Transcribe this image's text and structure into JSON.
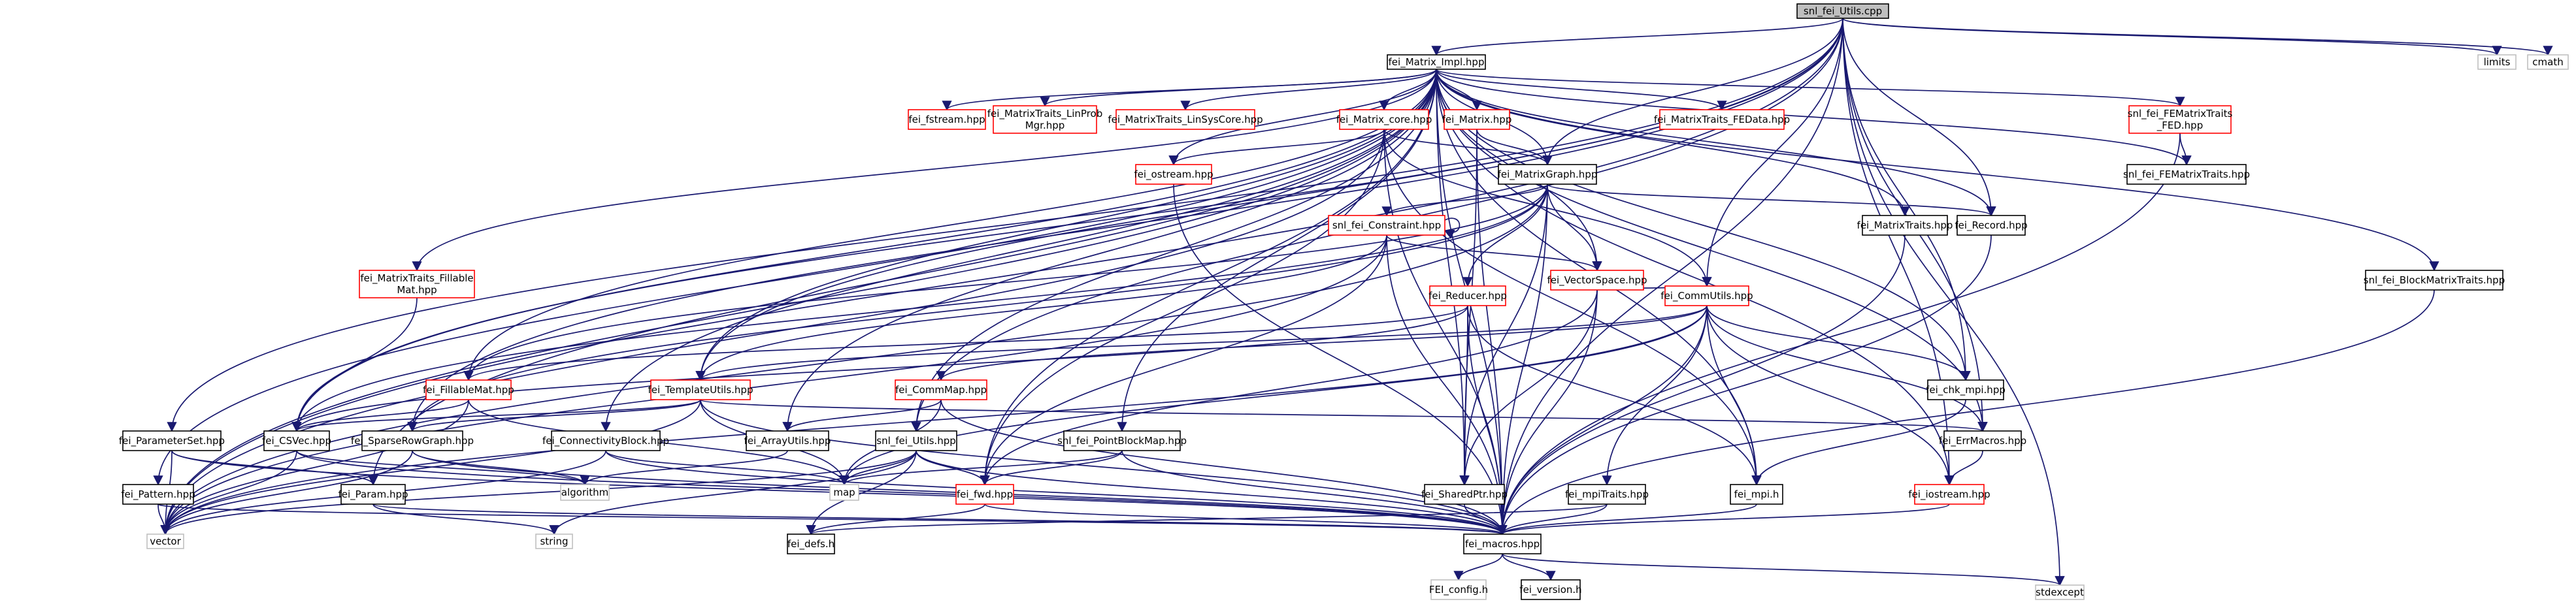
{
  "colors": {
    "edge": "#191970",
    "root_fill": "#bfbfbf",
    "root_border": "#000000",
    "documented_border": "#ff0000",
    "undocumented_border": "#000000",
    "system_border": "#bfbfbf",
    "node_fill": "#ffffff"
  },
  "nodes": {
    "n_root": {
      "lines": [
        "snl_fei_Utils.cpp"
      ],
      "style": "root"
    },
    "n_limits": {
      "lines": [
        "limits"
      ],
      "style": "system"
    },
    "n_cmath": {
      "lines": [
        "cmath"
      ],
      "style": "system"
    },
    "n_impl": {
      "lines": [
        "fei_Matrix_Impl.hpp"
      ],
      "style": "doc"
    },
    "n_fstream": {
      "lines": [
        "fei_fstream.hpp"
      ],
      "style": "red"
    },
    "n_lpm": {
      "lines": [
        "fei_MatrixTraits_LinProb",
        "Mgr.hpp"
      ],
      "style": "red"
    },
    "n_lsc": {
      "lines": [
        "fei_MatrixTraits_LinSysCore.hpp"
      ],
      "style": "red"
    },
    "n_mcore": {
      "lines": [
        "fei_Matrix_core.hpp"
      ],
      "style": "red"
    },
    "n_matrix": {
      "lines": [
        "fei_Matrix.hpp"
      ],
      "style": "red"
    },
    "n_fedata": {
      "lines": [
        "fei_MatrixTraits_FEData.hpp"
      ],
      "style": "red"
    },
    "n_snlfemt_fed": {
      "lines": [
        "snl_fei_FEMatrixTraits",
        "_FED.hpp"
      ],
      "style": "red"
    },
    "n_ostream": {
      "lines": [
        "fei_ostream.hpp"
      ],
      "style": "red"
    },
    "n_mgraph": {
      "lines": [
        "fei_MatrixGraph.hpp"
      ],
      "style": "doc"
    },
    "n_snlfemt": {
      "lines": [
        "snl_fei_FEMatrixTraits.hpp"
      ],
      "style": "doc"
    },
    "n_constraint": {
      "lines": [
        "snl_fei_Constraint.hpp"
      ],
      "style": "red"
    },
    "n_mtraits": {
      "lines": [
        "fei_MatrixTraits.hpp"
      ],
      "style": "doc"
    },
    "n_record": {
      "lines": [
        "fei_Record.hpp"
      ],
      "style": "doc"
    },
    "n_bmt": {
      "lines": [
        "snl_fei_BlockMatrixTraits.hpp"
      ],
      "style": "doc"
    },
    "n_mtfill": {
      "lines": [
        "fei_MatrixTraits_Fillable",
        "Mat.hpp"
      ],
      "style": "red"
    },
    "n_vspace": {
      "lines": [
        "fei_VectorSpace.hpp"
      ],
      "style": "red"
    },
    "n_reducer": {
      "lines": [
        "fei_Reducer.hpp"
      ],
      "style": "red"
    },
    "n_commutils": {
      "lines": [
        "fei_CommUtils.hpp"
      ],
      "style": "red"
    },
    "n_fillable": {
      "lines": [
        "fei_FillableMat.hpp"
      ],
      "style": "red"
    },
    "n_template": {
      "lines": [
        "fei_TemplateUtils.hpp"
      ],
      "style": "red"
    },
    "n_commmap": {
      "lines": [
        "fei_CommMap.hpp"
      ],
      "style": "red"
    },
    "n_chkmpi": {
      "lines": [
        "fei_chk_mpi.hpp"
      ],
      "style": "doc"
    },
    "n_paramset": {
      "lines": [
        "fei_ParameterSet.hpp"
      ],
      "style": "doc"
    },
    "n_csvec": {
      "lines": [
        "fei_CSVec.hpp"
      ],
      "style": "doc"
    },
    "n_sparse": {
      "lines": [
        "fei_SparseRowGraph.hpp"
      ],
      "style": "doc"
    },
    "n_connblock": {
      "lines": [
        "fei_ConnectivityBlock.hpp"
      ],
      "style": "doc"
    },
    "n_arrayutils": {
      "lines": [
        "fei_ArrayUtils.hpp"
      ],
      "style": "doc"
    },
    "n_snlutils": {
      "lines": [
        "snl_fei_Utils.hpp"
      ],
      "style": "doc"
    },
    "n_pbmap": {
      "lines": [
        "snl_fei_PointBlockMap.hpp"
      ],
      "style": "doc"
    },
    "n_errmacros": {
      "lines": [
        "fei_ErrMacros.hpp"
      ],
      "style": "doc"
    },
    "n_pattern": {
      "lines": [
        "fei_Pattern.hpp"
      ],
      "style": "doc"
    },
    "n_param": {
      "lines": [
        "fei_Param.hpp"
      ],
      "style": "doc"
    },
    "n_algorithm": {
      "lines": [
        "algorithm"
      ],
      "style": "system"
    },
    "n_map": {
      "lines": [
        "map"
      ],
      "style": "system"
    },
    "n_fwd": {
      "lines": [
        "fei_fwd.hpp"
      ],
      "style": "red"
    },
    "n_sharedptr": {
      "lines": [
        "fei_SharedPtr.hpp"
      ],
      "style": "doc"
    },
    "n_mpitraits": {
      "lines": [
        "fei_mpiTraits.hpp"
      ],
      "style": "doc"
    },
    "n_mpi": {
      "lines": [
        "fei_mpi.h"
      ],
      "style": "doc"
    },
    "n_iostream": {
      "lines": [
        "fei_iostream.hpp"
      ],
      "style": "red"
    },
    "n_vector": {
      "lines": [
        "vector"
      ],
      "style": "system"
    },
    "n_string": {
      "lines": [
        "string"
      ],
      "style": "system"
    },
    "n_defs": {
      "lines": [
        "fei_defs.h"
      ],
      "style": "doc"
    },
    "n_macros": {
      "lines": [
        "fei_macros.hpp"
      ],
      "style": "doc"
    },
    "n_stdexcept": {
      "lines": [
        "stdexcept"
      ],
      "style": "system"
    },
    "n_feiconfig": {
      "lines": [
        "FEI_config.h"
      ],
      "style": "system"
    },
    "n_version": {
      "lines": [
        "fei_version.h"
      ],
      "style": "doc"
    }
  },
  "edges": [
    [
      "n_root",
      "n_limits"
    ],
    [
      "n_root",
      "n_cmath"
    ],
    [
      "n_root",
      "n_impl"
    ],
    [
      "n_root",
      "n_mgraph"
    ],
    [
      "n_root",
      "n_snlutils"
    ],
    [
      "n_root",
      "n_template"
    ],
    [
      "n_root",
      "n_record"
    ],
    [
      "n_root",
      "n_commutils"
    ],
    [
      "n_root",
      "n_chkmpi"
    ],
    [
      "n_root",
      "n_errmacros"
    ],
    [
      "n_root",
      "n_paramset"
    ],
    [
      "n_root",
      "n_csvec"
    ],
    [
      "n_root",
      "n_sparse"
    ],
    [
      "n_root",
      "n_macros"
    ],
    [
      "n_root",
      "n_stdexcept"
    ],
    [
      "n_root",
      "n_vector"
    ],
    [
      "n_root",
      "n_iostream"
    ],
    [
      "n_impl",
      "n_fstream"
    ],
    [
      "n_impl",
      "n_lpm"
    ],
    [
      "n_impl",
      "n_lsc"
    ],
    [
      "n_impl",
      "n_mcore"
    ],
    [
      "n_impl",
      "n_matrix"
    ],
    [
      "n_impl",
      "n_fedata"
    ],
    [
      "n_impl",
      "n_snlfemt_fed"
    ],
    [
      "n_impl",
      "n_snlfemt"
    ],
    [
      "n_impl",
      "n_mgraph"
    ],
    [
      "n_impl",
      "n_mtraits"
    ],
    [
      "n_impl",
      "n_record"
    ],
    [
      "n_impl",
      "n_bmt"
    ],
    [
      "n_impl",
      "n_mtfill"
    ],
    [
      "n_impl",
      "n_fillable"
    ],
    [
      "n_impl",
      "n_template"
    ],
    [
      "n_impl",
      "n_snlutils"
    ],
    [
      "n_impl",
      "n_vspace"
    ],
    [
      "n_impl",
      "n_macros"
    ],
    [
      "n_impl",
      "n_ostream"
    ],
    [
      "n_impl",
      "n_fwd"
    ],
    [
      "n_impl",
      "n_connblock"
    ],
    [
      "n_impl",
      "n_arrayutils"
    ],
    [
      "n_impl",
      "n_pbmap"
    ],
    [
      "n_impl",
      "n_csvec"
    ],
    [
      "n_impl",
      "n_pattern"
    ],
    [
      "n_impl",
      "n_param"
    ],
    [
      "n_impl",
      "n_vector"
    ],
    [
      "n_impl",
      "n_chkmpi"
    ],
    [
      "n_impl",
      "n_mpi"
    ],
    [
      "n_impl",
      "n_sharedptr"
    ],
    [
      "n_impl",
      "n_errmacros"
    ],
    [
      "n_impl",
      "n_iostream"
    ],
    [
      "n_mcore",
      "n_mgraph"
    ],
    [
      "n_mcore",
      "n_ostream"
    ],
    [
      "n_mcore",
      "n_fwd"
    ],
    [
      "n_mcore",
      "n_macros"
    ],
    [
      "n_mcore",
      "n_commutils"
    ],
    [
      "n_mcore",
      "n_mpi"
    ],
    [
      "n_mcore",
      "n_vector"
    ],
    [
      "n_matrix",
      "n_mgraph"
    ],
    [
      "n_matrix",
      "n_sharedptr"
    ],
    [
      "n_matrix",
      "n_macros"
    ],
    [
      "n_snlfemt_fed",
      "n_snlfemt"
    ],
    [
      "n_snlfemt_fed",
      "n_macros"
    ],
    [
      "n_ostream",
      "n_macros"
    ],
    [
      "n_mgraph",
      "n_constraint"
    ],
    [
      "n_mgraph",
      "n_record"
    ],
    [
      "n_mgraph",
      "n_vspace"
    ],
    [
      "n_mgraph",
      "n_reducer"
    ],
    [
      "n_mgraph",
      "n_sharedptr"
    ],
    [
      "n_mgraph",
      "n_fillable"
    ],
    [
      "n_mgraph",
      "n_csvec"
    ],
    [
      "n_mgraph",
      "n_sparse"
    ],
    [
      "n_mgraph",
      "n_vector"
    ],
    [
      "n_mgraph",
      "n_macros"
    ],
    [
      "n_constraint",
      "n_constraint"
    ],
    [
      "n_constraint",
      "n_vspace"
    ],
    [
      "n_constraint",
      "n_fwd"
    ],
    [
      "n_constraint",
      "n_macros"
    ],
    [
      "n_constraint",
      "n_vector"
    ],
    [
      "n_constraint",
      "n_template"
    ],
    [
      "n_mtraits",
      "n_macros"
    ],
    [
      "n_record",
      "n_macros"
    ],
    [
      "n_bmt",
      "n_macros"
    ],
    [
      "n_mtfill",
      "n_csvec"
    ],
    [
      "n_vspace",
      "n_commutils"
    ],
    [
      "n_vspace",
      "n_sharedptr"
    ],
    [
      "n_vspace",
      "n_fwd"
    ],
    [
      "n_vspace",
      "n_macros"
    ],
    [
      "n_reducer",
      "n_fillable"
    ],
    [
      "n_reducer",
      "n_csvec"
    ],
    [
      "n_reducer",
      "n_sharedptr"
    ],
    [
      "n_reducer",
      "n_mpi"
    ],
    [
      "n_reducer",
      "n_macros"
    ],
    [
      "n_commutils",
      "n_template"
    ],
    [
      "n_commutils",
      "n_commmap"
    ],
    [
      "n_commutils",
      "n_chkmpi"
    ],
    [
      "n_commutils",
      "n_errmacros"
    ],
    [
      "n_commutils",
      "n_mpitraits"
    ],
    [
      "n_commutils",
      "n_mpi"
    ],
    [
      "n_commutils",
      "n_iostream"
    ],
    [
      "n_commutils",
      "n_macros"
    ],
    [
      "n_commutils",
      "n_map"
    ],
    [
      "n_commutils",
      "n_vector"
    ],
    [
      "n_fillable",
      "n_csvec"
    ],
    [
      "n_fillable",
      "n_vector"
    ],
    [
      "n_fillable",
      "n_map"
    ],
    [
      "n_template",
      "n_csvec"
    ],
    [
      "n_template",
      "n_sparse"
    ],
    [
      "n_template",
      "n_map"
    ],
    [
      "n_template",
      "n_errmacros"
    ],
    [
      "n_template",
      "n_vector"
    ],
    [
      "n_template",
      "n_macros"
    ],
    [
      "n_commmap",
      "n_arrayutils"
    ],
    [
      "n_commmap",
      "n_map"
    ],
    [
      "n_commmap",
      "n_macros"
    ],
    [
      "n_chkmpi",
      "n_mpi"
    ],
    [
      "n_paramset",
      "n_param"
    ],
    [
      "n_paramset",
      "n_macros"
    ],
    [
      "n_paramset",
      "n_vector"
    ],
    [
      "n_csvec",
      "n_macros"
    ],
    [
      "n_csvec",
      "n_vector"
    ],
    [
      "n_csvec",
      "n_algorithm"
    ],
    [
      "n_sparse",
      "n_vector"
    ],
    [
      "n_sparse",
      "n_algorithm"
    ],
    [
      "n_sparse",
      "n_macros"
    ],
    [
      "n_connblock",
      "n_map"
    ],
    [
      "n_connblock",
      "n_macros"
    ],
    [
      "n_connblock",
      "n_vector"
    ],
    [
      "n_arrayutils",
      "n_algorithm"
    ],
    [
      "n_snlutils",
      "n_fwd"
    ],
    [
      "n_snlutils",
      "n_defs"
    ],
    [
      "n_snlutils",
      "n_map"
    ],
    [
      "n_snlutils",
      "n_vector"
    ],
    [
      "n_snlutils",
      "n_string"
    ],
    [
      "n_snlutils",
      "n_macros"
    ],
    [
      "n_pbmap",
      "n_fwd"
    ],
    [
      "n_pbmap",
      "n_map"
    ],
    [
      "n_pbmap",
      "n_macros"
    ],
    [
      "n_errmacros",
      "n_iostream"
    ],
    [
      "n_pattern",
      "n_macros"
    ],
    [
      "n_pattern",
      "n_vector"
    ],
    [
      "n_param",
      "n_macros"
    ],
    [
      "n_param",
      "n_string"
    ],
    [
      "n_fwd",
      "n_macros"
    ],
    [
      "n_fwd",
      "n_defs"
    ],
    [
      "n_sharedptr",
      "n_macros"
    ],
    [
      "n_mpitraits",
      "n_macros"
    ],
    [
      "n_mpitraits",
      "n_defs"
    ],
    [
      "n_iostream",
      "n_macros"
    ],
    [
      "n_macros",
      "n_feiconfig"
    ],
    [
      "n_macros",
      "n_version"
    ],
    [
      "n_macros",
      "n_stdexcept"
    ],
    [
      "n_mpi",
      "n_macros"
    ]
  ]
}
